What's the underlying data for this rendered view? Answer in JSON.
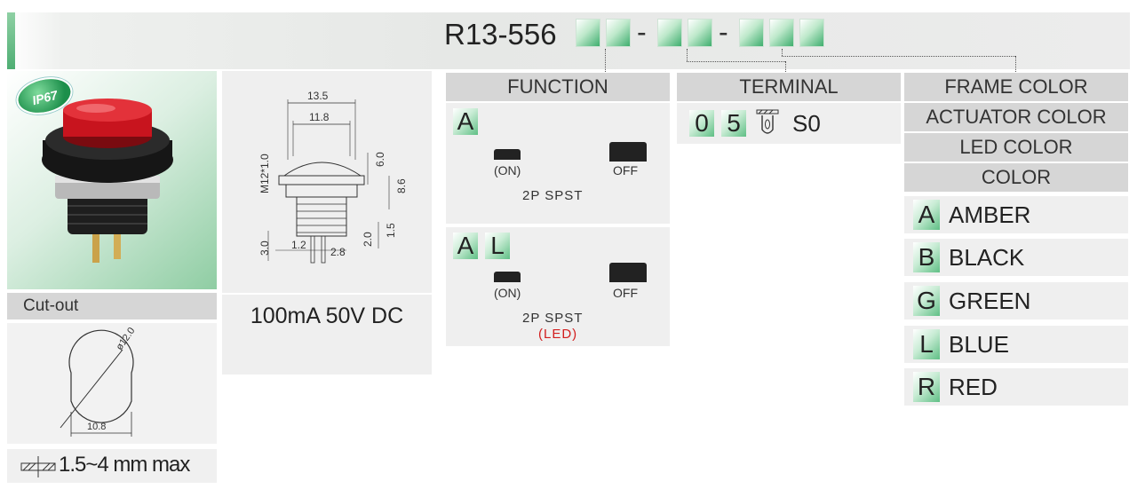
{
  "header": {
    "part_prefix": "R13-556",
    "dash": "-"
  },
  "badge": {
    "ip_rating": "IP67"
  },
  "cutout": {
    "heading": "Cut-out",
    "diameter": "ø12.0",
    "width": "10.8",
    "panel_thickness": "1.5~4 mm max"
  },
  "dimensions": {
    "d1": "13.5",
    "d2": "11.8",
    "thread": "M12*1.0",
    "h1": "6.0",
    "h2": "8.6",
    "h3": "1.5",
    "h4": "2.0",
    "w1": "1.2",
    "w2": "2.8",
    "h5": "3.0"
  },
  "rating": {
    "text": "100mA 50V DC"
  },
  "function": {
    "heading": "FUNCTION",
    "options": [
      {
        "codes": [
          "A"
        ],
        "on_label": "(ON)",
        "off_label": "OFF",
        "type": "2P SPST",
        "extra": ""
      },
      {
        "codes": [
          "A",
          "L"
        ],
        "on_label": "(ON)",
        "off_label": "OFF",
        "type": "2P SPST",
        "extra": "(LED)"
      }
    ]
  },
  "terminal": {
    "heading": "TERMINAL",
    "digits": [
      "0",
      "5"
    ],
    "label": "S0"
  },
  "colors": {
    "headings": [
      "FRAME COLOR",
      "ACTUATOR COLOR",
      "LED COLOR",
      "COLOR"
    ],
    "items": [
      {
        "code": "A",
        "name": "AMBER"
      },
      {
        "code": "B",
        "name": "BLACK"
      },
      {
        "code": "G",
        "name": "GREEN"
      },
      {
        "code": "L",
        "name": "BLUE"
      },
      {
        "code": "R",
        "name": "RED"
      }
    ]
  },
  "palette": {
    "accent_green": "#3fae6e",
    "heading_gray": "#d6d6d6",
    "panel_gray": "#efefef",
    "led_red": "#d21e1e",
    "cap_red": "#c8141e"
  }
}
